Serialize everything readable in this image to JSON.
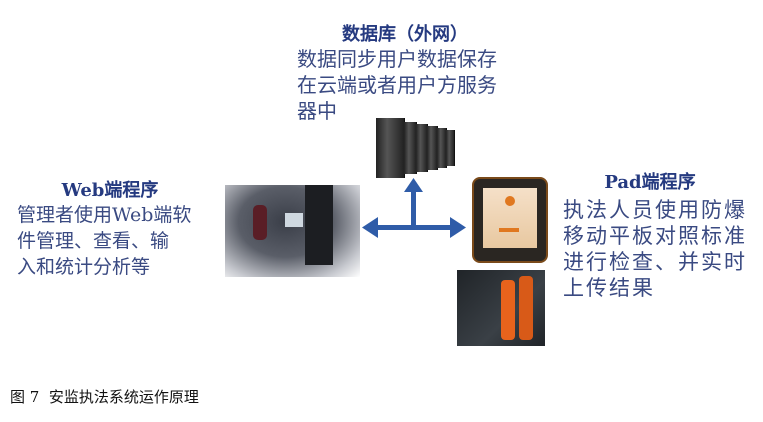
{
  "database": {
    "title": "数据库（外网）",
    "lines": [
      "数据同步用户数据保存",
      "在云端或者用户方服务",
      "器中"
    ]
  },
  "web": {
    "title": "Web端程序",
    "lines": [
      "管理者使用Web端软",
      "件管理、查看、输",
      "入和统计分析等"
    ]
  },
  "pad": {
    "title": "Pad端程序",
    "lines": [
      "执法人员使用防爆",
      "移动平板对照标准",
      "进行检查、并实时",
      "上传结果"
    ]
  },
  "caption": "图 7  安监执法系统运作原理",
  "colors": {
    "text": "#253a80",
    "arrow": "#2f5ca8"
  }
}
